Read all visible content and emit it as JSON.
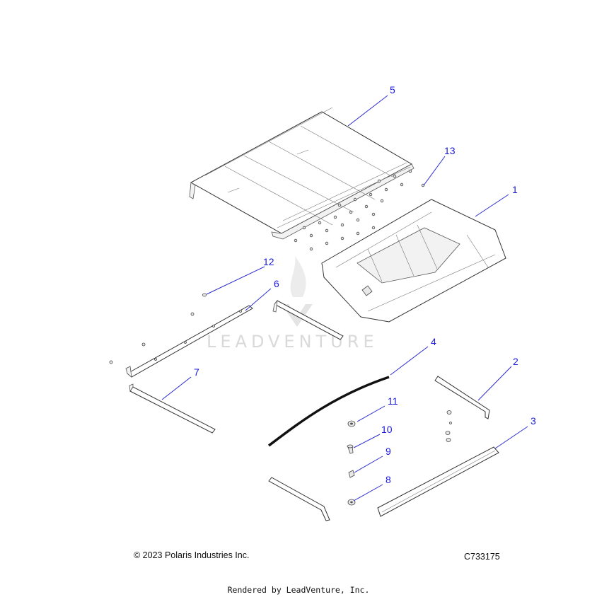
{
  "diagram": {
    "callouts": [
      "1",
      "2",
      "3",
      "4",
      "5",
      "6",
      "7",
      "8",
      "9",
      "10",
      "11",
      "12",
      "13"
    ]
  },
  "watermark": {
    "text": "LEADVENTURE"
  },
  "footer": {
    "copyright": "© 2023 Polaris Industries Inc.",
    "code": "C733175",
    "rendered_by": "Rendered by LeadVenture, Inc."
  }
}
